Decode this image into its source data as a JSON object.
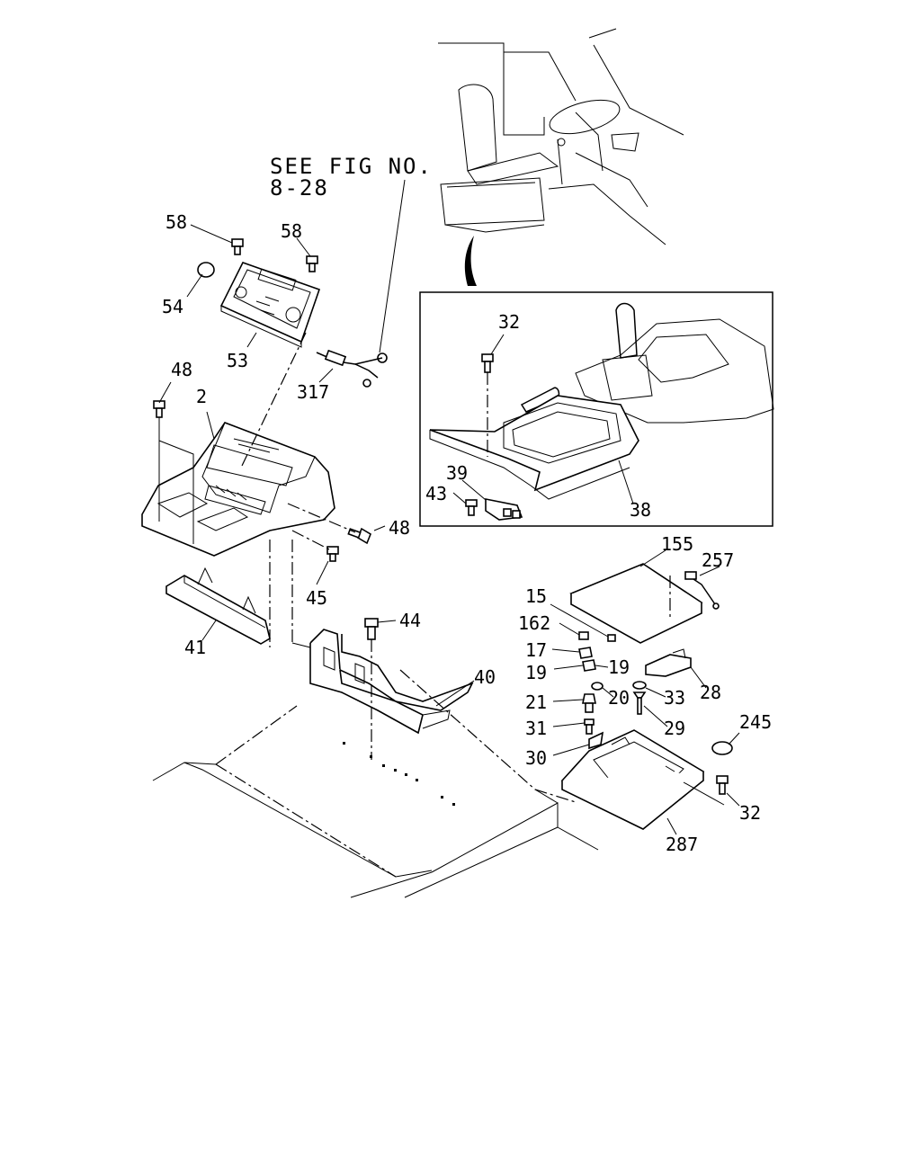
{
  "reference_note": {
    "line1": "SEE FIG NO.",
    "line2": "8-28"
  },
  "callouts": {
    "c58a": "58",
    "c58b": "58",
    "c54": "54",
    "c53": "53",
    "c317": "317",
    "c48a": "48",
    "c2": "2",
    "c48b": "48",
    "c45": "45",
    "c41": "41",
    "c44": "44",
    "c40": "40",
    "c32a": "32",
    "c39": "39",
    "c43": "43",
    "c38": "38",
    "c155": "155",
    "c257": "257",
    "c15": "15",
    "c162": "162",
    "c17": "17",
    "c19a": "19",
    "c19b": "19",
    "c21": "21",
    "c20": "20",
    "c33": "33",
    "c28": "28",
    "c31": "31",
    "c29": "29",
    "c245": "245",
    "c30": "30",
    "c32b": "32",
    "c287": "287"
  }
}
